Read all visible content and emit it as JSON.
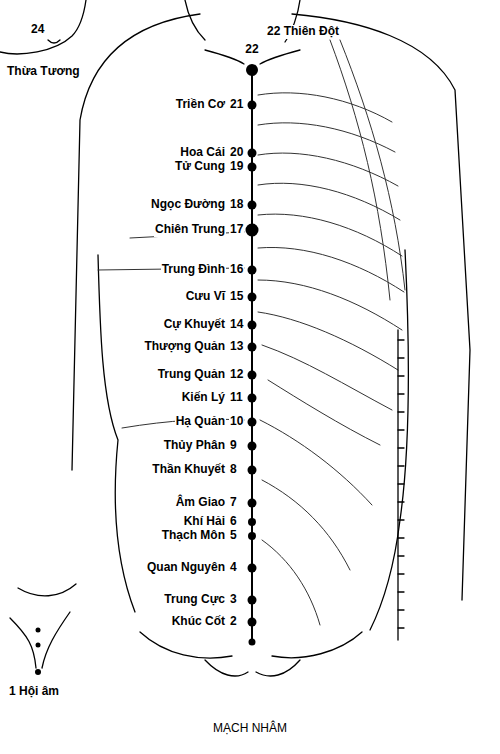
{
  "diagram": {
    "caption": "MẠCH NHÂM",
    "labels": [
      "24",
      "Thừa Tương",
      "22",
      "22 Thiên Đột",
      "Triền Cơ",
      "21",
      "Hoa Cái",
      "20",
      "Tử Cung",
      "19",
      "Ngọc Đường",
      "18",
      "Chiên Trung",
      "17",
      "Trung Đình",
      "16",
      "Cưu Vĩ",
      "15",
      "Cự Khuyết",
      "14",
      "Thượng Quản",
      "13",
      "Trung Quản",
      "12",
      "Kiến Lý",
      "11",
      "Hạ Quản",
      "10",
      "Thủy Phân",
      "9",
      "Thần Khuyết",
      "8",
      "Âm Giao",
      "7",
      "Khí Hải",
      "6",
      "Thạch Môn",
      "5",
      "Quan Nguyên",
      "4",
      "Trung Cực",
      "3",
      "Khúc Cốt",
      "2",
      "1 Hội âm"
    ]
  }
}
